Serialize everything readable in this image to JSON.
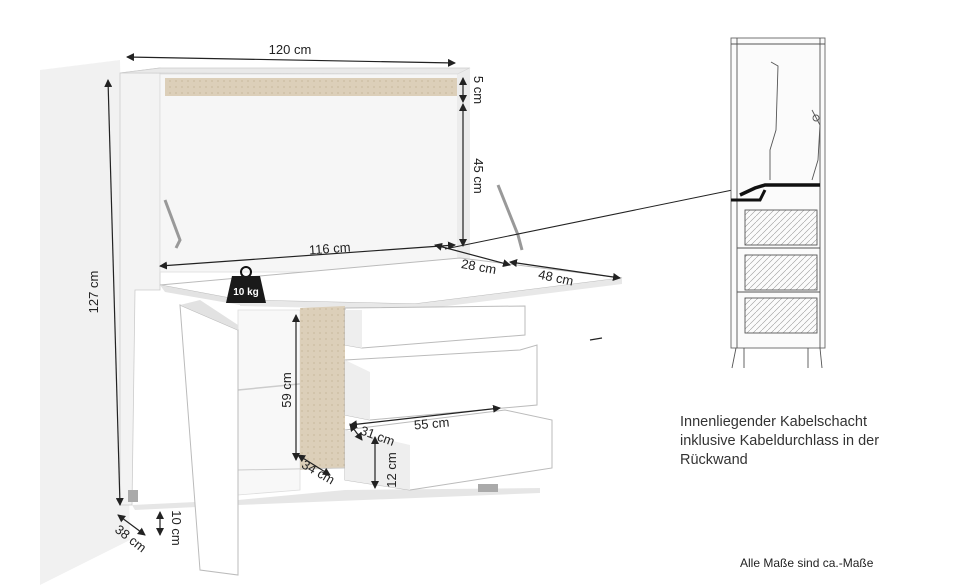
{
  "dimensions": {
    "width_top": "120 cm",
    "back_panel": "5 cm",
    "upper_height": "45 cm",
    "desk_width": "116 cm",
    "desk_depth_inner": "28 cm",
    "desk_depth": "48 cm",
    "total_height": "127 cm",
    "compartment_height": "59 cm",
    "drawer_width": "55 cm",
    "drawer_depth": "31 cm",
    "shelf_depth": "34 cm",
    "drawer_height": "12 cm",
    "cabinet_depth": "38 cm",
    "leg_height": "10 cm"
  },
  "load": {
    "weight": "10 kg"
  },
  "caption": {
    "line1": "Innenliegender Kabelschacht",
    "line2": "inklusive Kabeldurchlass in der",
    "line3": "Rückwand"
  },
  "footnote": "Alle Maße sind ca.-Maße",
  "colors": {
    "line": "#222222",
    "wood": "#d9cdb8",
    "panel": "#fafafa",
    "shadow": "#eeeeee"
  }
}
